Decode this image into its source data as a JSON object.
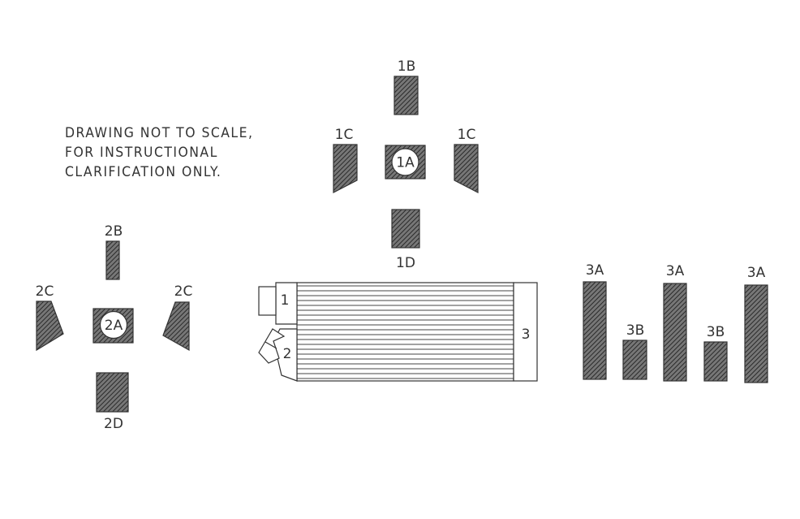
{
  "note_lines": [
    "DRAWING NOT TO SCALE,",
    "FOR INSTRUCTIONAL",
    "CLARIFICATION ONLY."
  ],
  "labels": {
    "label_1a": "1A",
    "label_1b": "1B",
    "label_1c_left": "1C",
    "label_1c_right": "1C",
    "label_1d": "1D",
    "label_2a": "2A",
    "label_2b": "2B",
    "label_2c_left": "2C",
    "label_2c_right": "2C",
    "label_2d": "2D",
    "label_assembly_1": "1",
    "label_assembly_2": "2",
    "label_assembly_3": "3",
    "label_3a_1": "3A",
    "label_3a_2": "3A",
    "label_3a_3": "3A",
    "label_3b_1": "3B",
    "label_3b_2": "3B"
  },
  "colors": {
    "ink": "#333333",
    "hatch_fill": "#555555",
    "background": "#ffffff"
  },
  "icons": {
    "hatch": "diagonal-hatch-pattern"
  }
}
